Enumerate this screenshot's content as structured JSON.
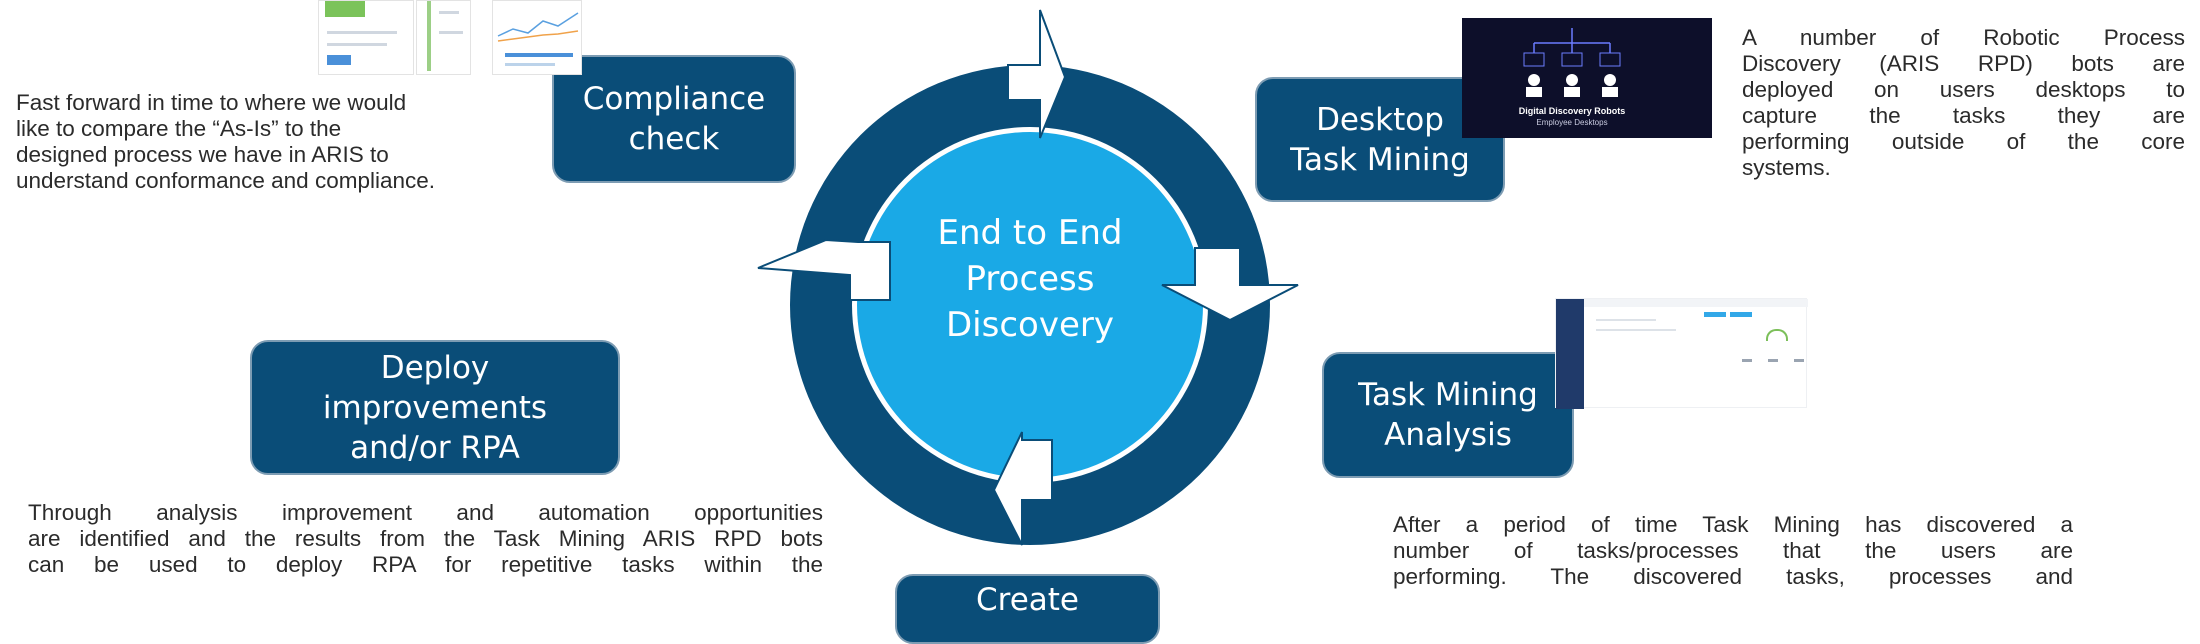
{
  "center": {
    "line1": "End to End",
    "line2": "Process",
    "line3": "Discovery"
  },
  "stages": {
    "compliance": {
      "line1": "Compliance",
      "line2": "check"
    },
    "desktop": {
      "line1": "Desktop",
      "line2": "Task Mining"
    },
    "analysis": {
      "line1": "Task Mining",
      "line2": "Analysis"
    },
    "deploy": {
      "line1": "Deploy",
      "line2": "improvements",
      "line3": "and/or RPA"
    },
    "create": {
      "line1": "Create"
    }
  },
  "descriptions": {
    "compliance": [
      "Fast forward in time to where we would",
      "like to compare the “As-Is” to  the",
      "designed process we have in ARIS to",
      "understand conformance and compliance."
    ],
    "desktop": [
      "A number of Robotic Process",
      "Discovery (ARIS RPD) bots are",
      "deployed on users desktops to",
      "capture the tasks they are",
      "performing outside of the core",
      "systems."
    ],
    "analysis": [
      "After a period of time Task Mining has discovered a",
      "number of tasks/processes that the users are",
      "performing. The discovered tasks, processes and"
    ],
    "deploy": [
      "Through analysis improvement and automation opportunities",
      "are identified and the results from the Task Mining ARIS RPD bots",
      "can be used to deploy RPA for repetitive tasks within the"
    ]
  },
  "thumbnails": {
    "desktop_bots": {
      "caption": "Digital Discovery Robots",
      "subcaption": "Employee Desktops"
    }
  },
  "colors": {
    "ring": "#0a4d78",
    "center": "#1aa9e6",
    "stage_box": "#0a4d78",
    "text": "#2b2b2b"
  }
}
